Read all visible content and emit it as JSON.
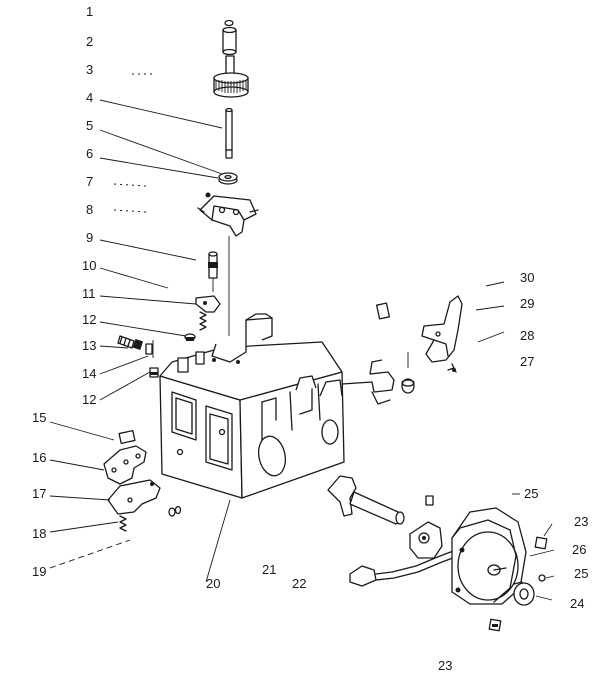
{
  "labels": {
    "l1": "1",
    "l2": "2",
    "l3": "3",
    "l4": "4",
    "l5": "5",
    "l6": "6",
    "l7": "7",
    "l8": "8",
    "l9": "9",
    "l10": "10",
    "l11": "11",
    "l12a": "12",
    "l13": "13",
    "l14": "14",
    "l12b": "12",
    "l15": "15",
    "l16": "16",
    "l17": "17",
    "l18": "18",
    "l19": "19",
    "l20": "20",
    "l21": "21",
    "l22": "22",
    "l30": "30",
    "l29": "29",
    "l28": "28",
    "l27": "27",
    "l25a": "25",
    "l23a": "23",
    "l26": "26",
    "l25b": "25",
    "l24": "24",
    "l23b": "23"
  }
}
